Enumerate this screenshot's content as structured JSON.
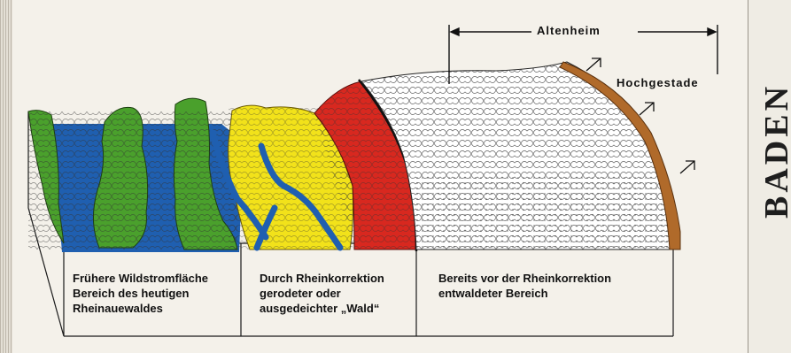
{
  "header": {
    "range_label": "Altenheim",
    "edge_label": "Hochgestade"
  },
  "side_map": {
    "title": "BADEN"
  },
  "captions": [
    {
      "lines": [
        "Frühere Wildstromfläche",
        "Bereich des heutigen",
        "Rheinauewaldes"
      ]
    },
    {
      "lines": [
        "Durch Rheinkorrektion",
        "gerodeter oder",
        "ausgedeichter „Wald“"
      ]
    },
    {
      "lines": [
        "Bereits vor der Rheinkorrektion",
        "entwaldeter Bereich"
      ]
    }
  ],
  "colors": {
    "water": "#1f5fb0",
    "floodplain_forest": "#4aa02c",
    "cleared_forest_yellow": "#f2e21a",
    "cleared_forest_red": "#d8281f",
    "deforested": "#ffffff",
    "terrace": "#b06a2a"
  },
  "icons": [
    "arrow-marker-icon"
  ]
}
